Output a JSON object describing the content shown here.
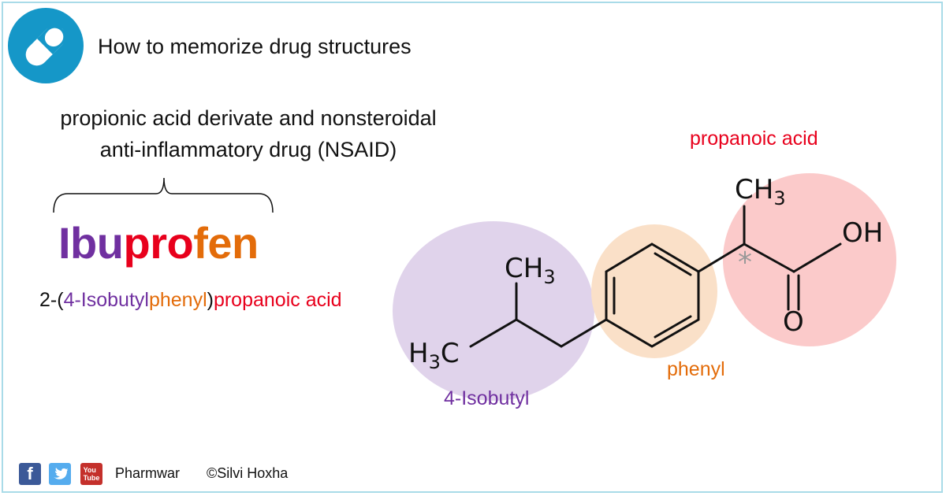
{
  "header": {
    "title": "How to memorize drug structures",
    "logo_icon": "pill-capsule-icon"
  },
  "description": {
    "line1": "propionic acid derivate and nonsteroidal",
    "line2": "anti-inflammatory drug (NSAID)"
  },
  "drug": {
    "name_parts": [
      "Ibu",
      "pro",
      "fen"
    ]
  },
  "iupac": {
    "prefix": "2-(",
    "part_isobutyl": "4-Isobutyl",
    "part_phenyl": "phenyl",
    "close": ")",
    "part_acid": "propanoic acid"
  },
  "structure": {
    "labels": {
      "propanoic_acid": "propanoic acid",
      "phenyl": "phenyl",
      "isobutyl": "4-Isobutyl"
    },
    "atoms": {
      "ch3_top": "CH",
      "ch3_top_sub": "3",
      "oh": "OH",
      "o": "O",
      "ch3_mid": "CH",
      "ch3_mid_sub": "3",
      "h3c_h": "H",
      "h3c_sub": "3",
      "h3c_c": "C",
      "chiral_mark": "*"
    },
    "colors": {
      "isobutyl": "#7030a0",
      "phenyl": "#e36c0a",
      "acid": "#e8001c"
    }
  },
  "footer": {
    "site": "Pharmwar",
    "copyright": "©Silvi Hoxha",
    "icons": [
      "facebook-icon",
      "twitter-icon",
      "youtube-icon"
    ]
  }
}
